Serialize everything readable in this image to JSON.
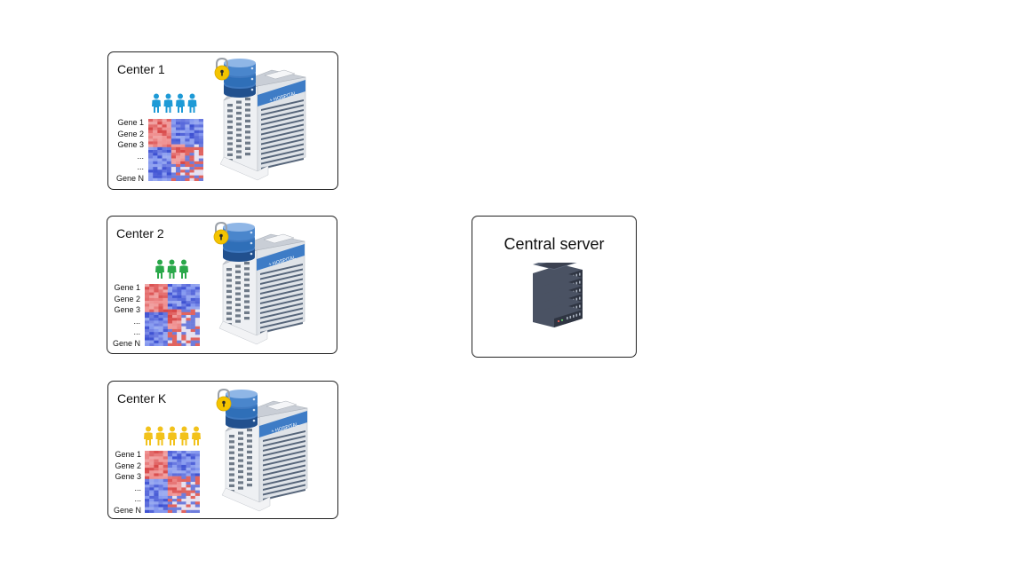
{
  "centers": [
    {
      "title": "Center 1",
      "people_count": 4,
      "people_color": "#1e9ad6",
      "gene_labels": [
        "Gene 1",
        "Gene 2",
        "Gene 3",
        "...",
        "...",
        "Gene N"
      ]
    },
    {
      "title": "Center 2",
      "people_count": 3,
      "people_color": "#2aa84a",
      "gene_labels": [
        "Gene 1",
        "Gene 2",
        "Gene 3",
        "...",
        "...",
        "Gene N"
      ]
    },
    {
      "title": "Center K",
      "people_count": 5,
      "people_color": "#f2c21b",
      "gene_labels": [
        "Gene 1",
        "Gene 2",
        "Gene 3",
        "...",
        "...",
        "Gene N"
      ]
    }
  ],
  "hospital_sign": "HOSPITAL",
  "server": {
    "title": "Central server"
  },
  "colors": {
    "heat_red": "#e0453a",
    "heat_blue": "#3a4fd0",
    "lock": "#f4c400",
    "database": "#2f6fb8",
    "server_body": "#3b4150"
  }
}
